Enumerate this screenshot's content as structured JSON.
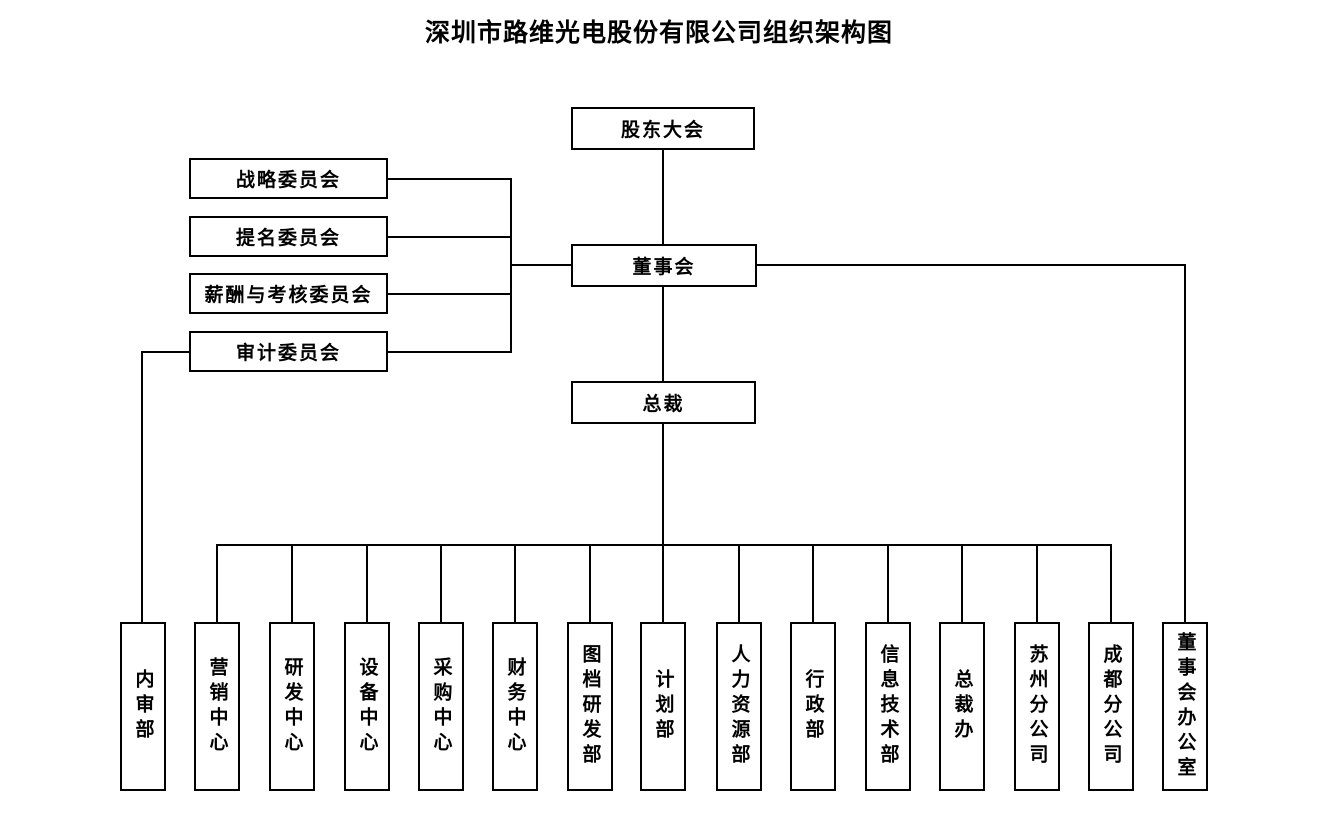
{
  "title": "深圳市路维光电股份有限公司组织架构图",
  "nodes": {
    "shareholders": "股东大会",
    "board": "董事会",
    "president": "总裁"
  },
  "committees": [
    "战略委员会",
    "提名委员会",
    "薪酬与考核委员会",
    "审计委员会"
  ],
  "departments": [
    "内审部",
    "营销中心",
    "研发中心",
    "设备中心",
    "采购中心",
    "财务中心",
    "图档研发部",
    "计划部",
    "人力资源部",
    "行政部",
    "信息技术部",
    "总裁办",
    "苏州分公司",
    "成都分公司",
    "董事会办公室"
  ],
  "colors": {
    "line": "#000000",
    "background": "#ffffff",
    "text": "#000000"
  }
}
